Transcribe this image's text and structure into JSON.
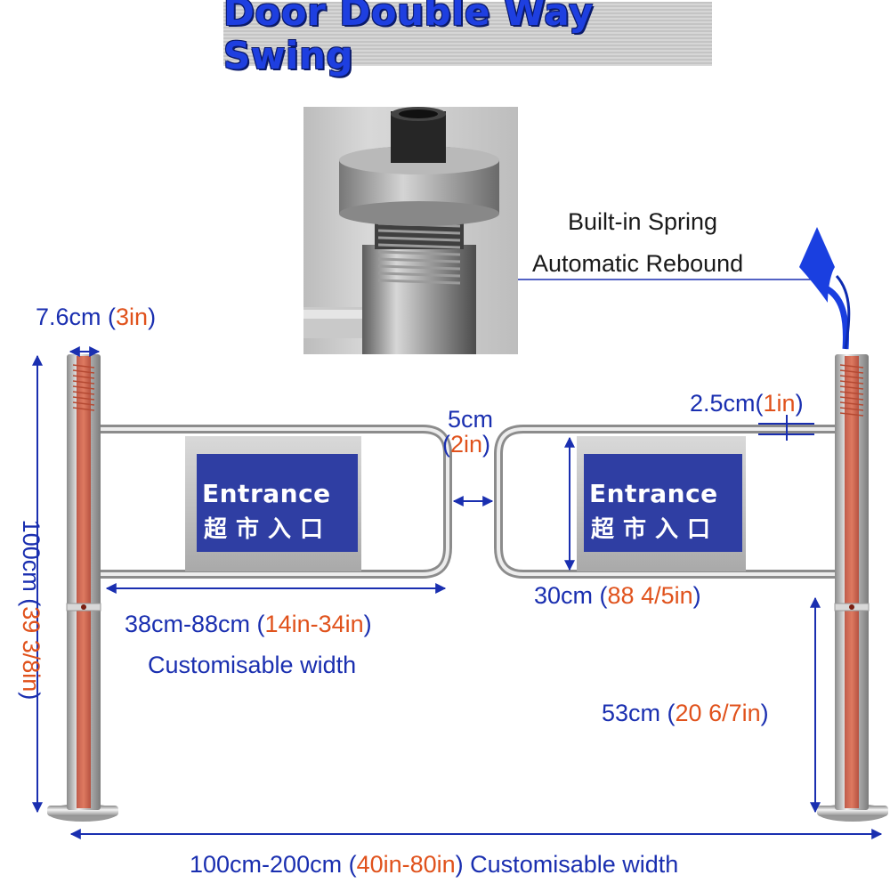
{
  "title": "Door Double Way Swing",
  "spring_caption": {
    "line1": "Built-in Spring",
    "line2": "Automatic Rebound"
  },
  "post_width": {
    "metric": "7.6cm",
    "imperial": "3in"
  },
  "height_total": {
    "metric": "100cm",
    "imperial": "39 3/8in"
  },
  "gap": {
    "metric": "5cm",
    "imperial": "2in"
  },
  "tube": {
    "metric": "2.5cm",
    "imperial": "1in"
  },
  "arm_width": {
    "metric": "38cm-88cm",
    "imperial": "14in-34in",
    "note": "Customisable width"
  },
  "arm_height": {
    "metric": "30cm",
    "imperial": "88 4/5in"
  },
  "arm_elevation": {
    "metric": "53cm",
    "imperial": "20 6/7in"
  },
  "total_width": {
    "metric": "100cm-200cm",
    "imperial": "40in-80in",
    "note": "Customisable width"
  },
  "sign": {
    "english": "Entrance",
    "chinese": "超市入口"
  },
  "colors": {
    "dimension_blue": "#1a2fb0",
    "dimension_orange": "#e0521c",
    "sign_blue": "#2f3ea3",
    "arrow_blue": "#1a3fe0",
    "title_blue": "#1e3fe0"
  }
}
